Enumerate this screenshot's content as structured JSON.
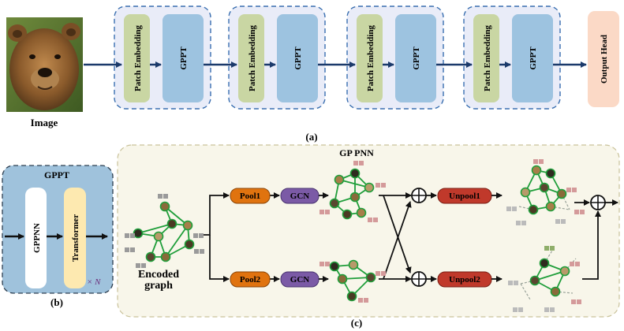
{
  "top": {
    "image_label": "Image",
    "stages": [
      {
        "patch": "Patch Embedding",
        "gppt": "GPPT"
      },
      {
        "patch": "Patch Embedding",
        "gppt": "GPPT"
      },
      {
        "patch": "Patch Embedding",
        "gppt": "GPPT"
      },
      {
        "patch": "Patch Embedding",
        "gppt": "GPPT"
      }
    ],
    "output_head": "Output Head",
    "caption": "(a)"
  },
  "gppt_block": {
    "title": "GPPT",
    "gppnn": "GPPNN",
    "transformer": "Transformer",
    "repeat": "× N",
    "caption": "(b)"
  },
  "gppnn_block": {
    "title": "GP PNN",
    "encoded": "Encoded",
    "graph": "graph",
    "pool1": "Pool1",
    "pool2": "Pool2",
    "gcn": "GCN",
    "unpool1": "Unpool1",
    "unpool2": "Unpool2",
    "caption": "(c)"
  },
  "colors": {
    "patch": "#c9d6a3",
    "gppt": "#9dc3e0",
    "output_head": "#fbd9c6",
    "frame_fill": "#e9ecf8",
    "frame_stroke": "#3a6fb0",
    "gppt_panel": "#9fc2dc",
    "transformer": "#fde9b0",
    "gppnn_panel": "#f8f6ea",
    "pool": "#e0730f",
    "gcn": "#7b5aa6",
    "unpool": "#c0392b",
    "edge": "#1f9e3a",
    "arrow": "#1b3a6b"
  }
}
